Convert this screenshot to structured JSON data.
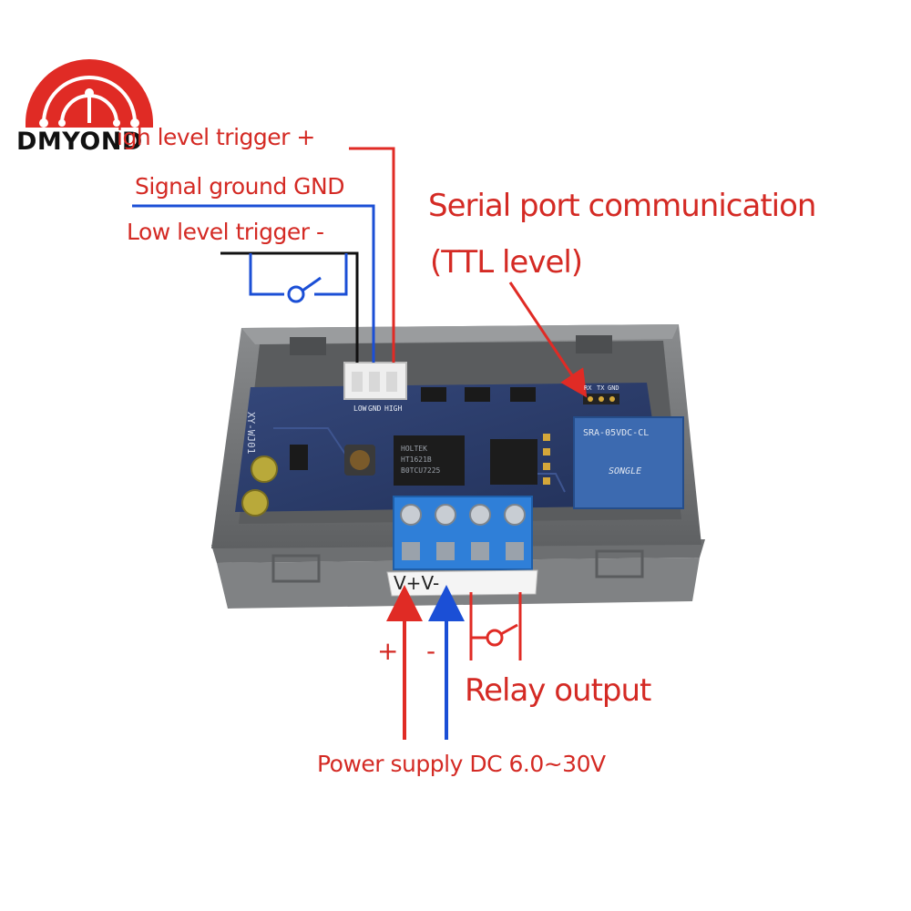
{
  "brand": {
    "name": "DMYOND",
    "logo_color": "#e02b25"
  },
  "labels": {
    "high_trigger": "igh level trigger +",
    "signal_ground": "Signal ground GND",
    "low_trigger": "Low level trigger  -",
    "serial_port": "Serial port communication",
    "ttl_level": "(TTL level)",
    "plus": "+",
    "minus": "-",
    "relay_output": "Relay output",
    "power_supply": "Power supply DC 6.0~30V"
  },
  "board": {
    "model": "XY-WJ01",
    "connector_pins": [
      "LOW",
      "GND",
      "HIGH"
    ],
    "serial_pins": [
      "RX",
      "TX",
      "GND"
    ],
    "chip_lines": [
      "HOLTEK",
      "HT1621B",
      "B0TCU7225"
    ],
    "relay_text": [
      "SRA-05VDC-CL",
      "SONGLE"
    ],
    "terminal_labels": "V+V-"
  },
  "colors": {
    "label_red": "#d42a24",
    "wire_red": "#e02b25",
    "wire_blue": "#1b4fd6",
    "wire_black": "#111111",
    "enclosure": "#6f7173",
    "pcb": "#2b3b66",
    "terminal_blue": "#2f7fd8"
  }
}
